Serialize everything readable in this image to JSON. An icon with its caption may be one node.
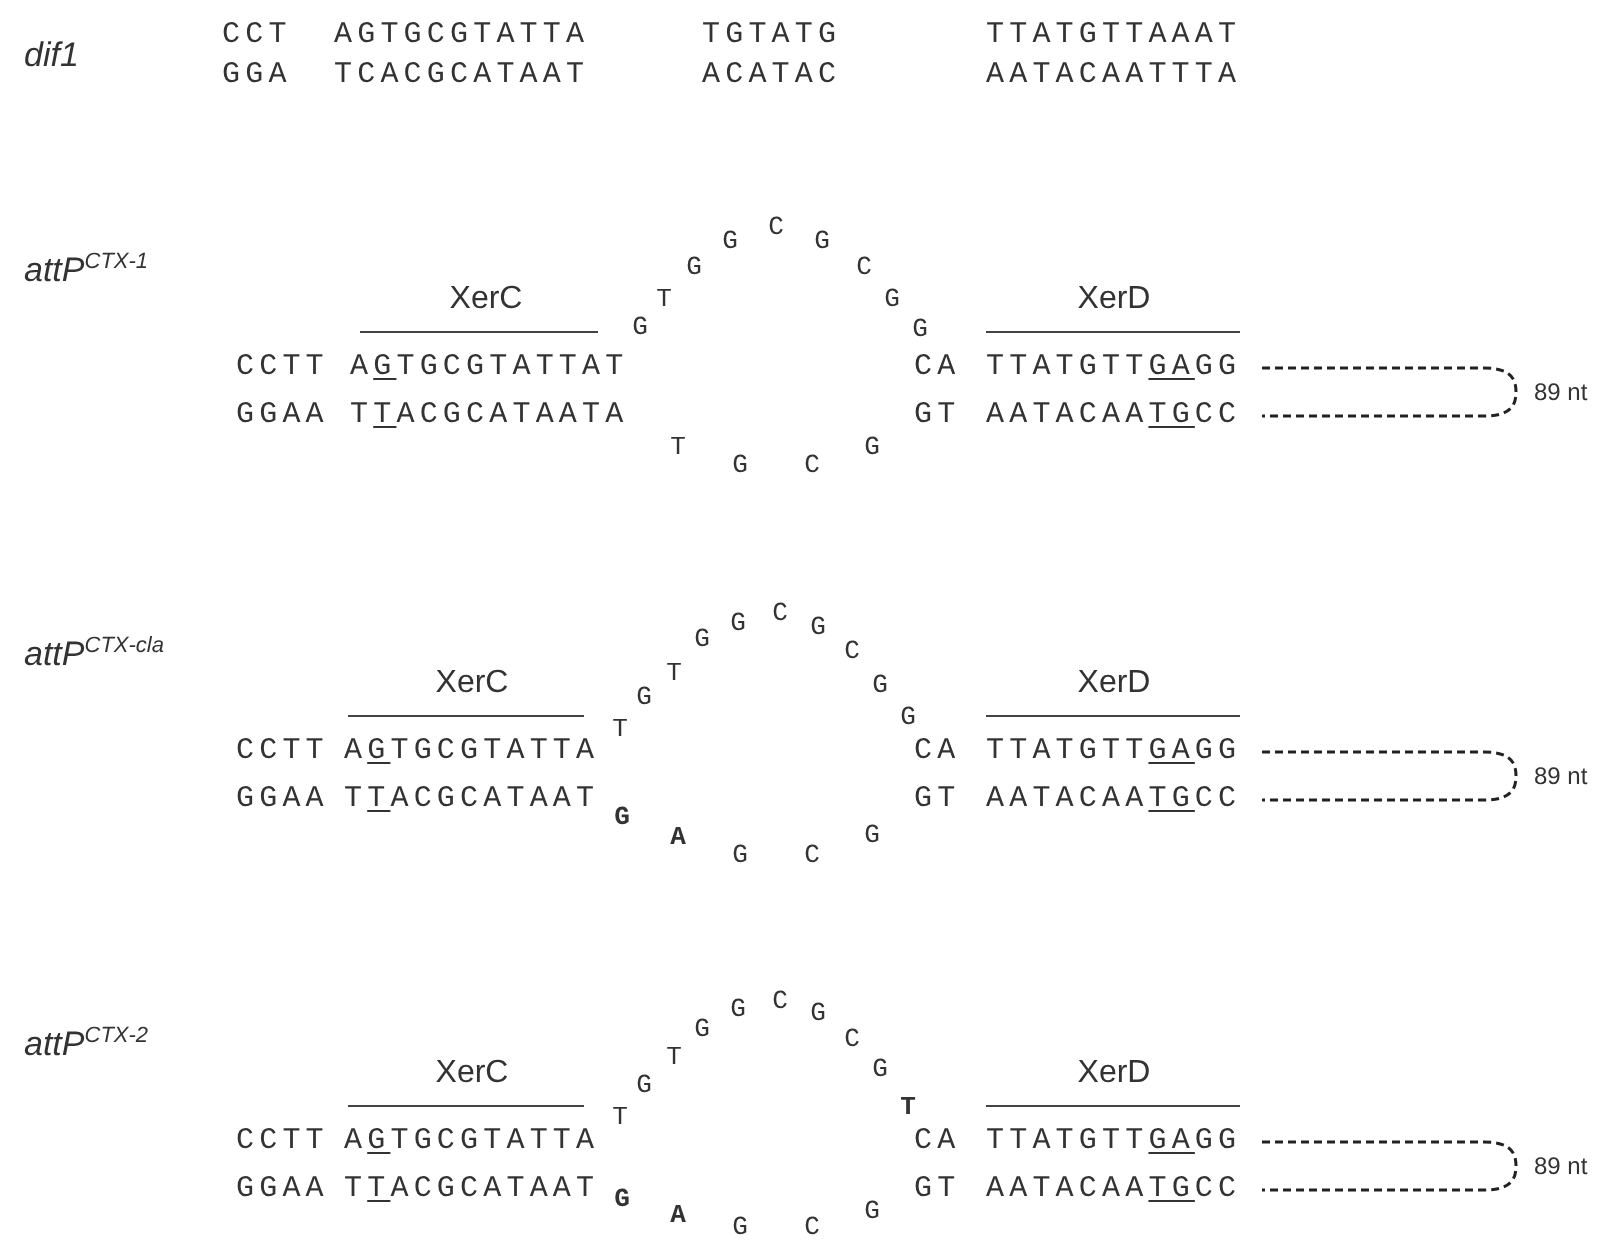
{
  "diagram": {
    "labels": [
      "dif1",
      "CCT",
      "AGTGCGTATTA",
      "TGTATG",
      "TTATGTTAAAT",
      "GGA",
      "TCACGCATAAT",
      "ACATAC",
      "AATACAATTTA",
      "attP$^{CTX-1}$",
      "XerC",
      "XerD",
      "G",
      "T",
      "G",
      "G",
      "C",
      "G",
      "C",
      "G",
      "G",
      "CCTT",
      "AGTGCGTATTAT",
      "CA",
      "TTATGTTGAGG",
      "GGAA",
      "TTACGCATAATA",
      "GT",
      "AATACAATGCC",
      "T",
      "G",
      "C",
      "G",
      "89 nt",
      "attP$^{CTX-cla}$",
      "XerC",
      "XerD",
      "T",
      "G",
      "T",
      "G",
      "G",
      "C",
      "G",
      "C",
      "G",
      "G",
      "CCTT",
      "AGTGCGTATTA",
      "CA",
      "TTATGTTGAGG",
      "GGAA",
      "TTACGCATAAT",
      "GT",
      "AATACAATGCC",
      "G",
      "A",
      "G",
      "C",
      "G",
      "89 nt",
      "attP$^{CTX-2}$",
      "XerC",
      "XerD",
      "T",
      "G",
      "T",
      "G",
      "G",
      "C",
      "G",
      "C",
      "G",
      "T",
      "CCTT",
      "AGTGCGTATTA",
      "CA",
      "TTATGTTGAGG",
      "GGAA",
      "TTACGCATAAT",
      "GT",
      "AATACAATGCC",
      "G",
      "A",
      "G",
      "C",
      "G",
      "89 nt"
    ]
  }
}
